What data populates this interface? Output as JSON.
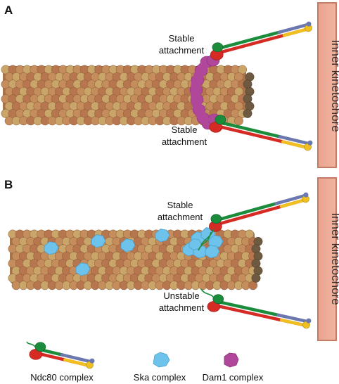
{
  "panels": [
    {
      "label": "A",
      "kinetochore_label": "Inner kinetochore",
      "top_attachment": {
        "line1": "Stable",
        "line2": "attachment"
      },
      "bottom_attachment": {
        "line1": "Stable",
        "line2": "attachment"
      }
    },
    {
      "label": "B",
      "kinetochore_label": "Inner kinetochore",
      "top_attachment": {
        "line1": "Stable",
        "line2": "attachment"
      },
      "bottom_attachment": {
        "line1": "Unstable",
        "line2": "attachment"
      }
    }
  ],
  "legend": [
    {
      "label": "Ndc80 complex",
      "icon": "ndc80-rod-icon"
    },
    {
      "label": "Ska complex",
      "icon": "ska-blob-icon"
    },
    {
      "label": "Dam1 complex",
      "icon": "dam1-blob-icon"
    }
  ],
  "colors": {
    "microtubule_dark": "#b8764e",
    "microtubule_light": "#c9a56a",
    "microtubule_end": "#6e5a40",
    "kinetochore": "#e8a08c",
    "kinetochore_edge": "#b86a58",
    "ndc80_red": "#d62a24",
    "ndc80_green": "#1a8c3c",
    "ndc80_blue": "#6b78b0",
    "ndc80_yellow": "#f0c020",
    "ska": "#6ec3ec",
    "dam1": "#b0479a"
  }
}
